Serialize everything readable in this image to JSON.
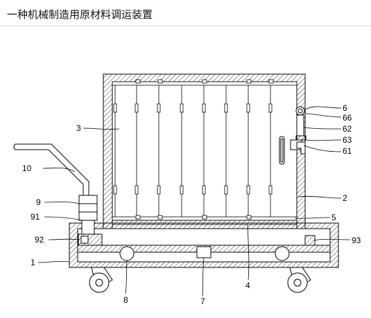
{
  "page": {
    "title": "一种机械制造用原材料调运装置"
  },
  "callouts": [
    "1",
    "2",
    "3",
    "4",
    "5",
    "6",
    "61",
    "62",
    "63",
    "66",
    "7",
    "8",
    "9",
    "91",
    "92",
    "93",
    "10"
  ]
}
